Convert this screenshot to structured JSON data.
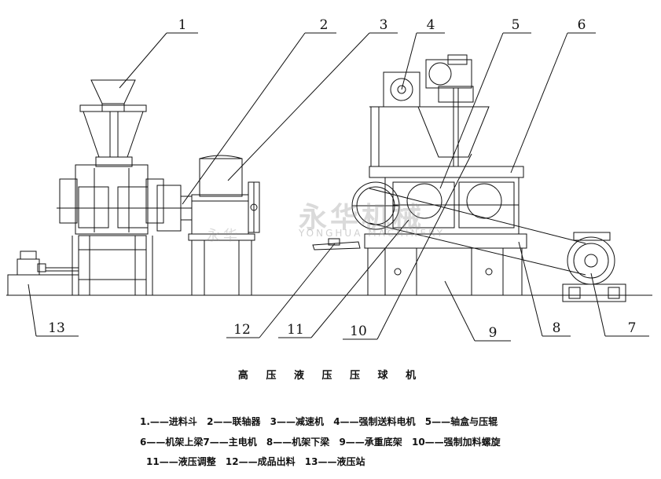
{
  "title": "高 压 液 压 压 球 机",
  "callouts": [
    "1",
    "2",
    "3",
    "4",
    "5",
    "6",
    "7",
    "8",
    "9",
    "10",
    "11",
    "12",
    "13"
  ],
  "legend": {
    "line1": [
      "1.——进料斗",
      "2——联轴器",
      "3——减速机",
      "4——强制送料电机",
      "5——轴盒与压辊"
    ],
    "line2": [
      "6——机架上梁7——主电机",
      "8——机架下梁",
      "9——承重底架",
      "10——强制加料螺旋"
    ],
    "line3": [
      "11——液压调整",
      "12——成品出料",
      "13——液压站"
    ]
  },
  "watermark": {
    "main": "永华机械",
    "sub": "YONGHUA MACHINERY",
    "small": "永华"
  }
}
